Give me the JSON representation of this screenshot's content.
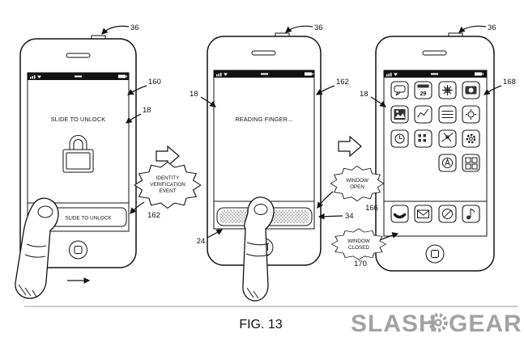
{
  "figure": {
    "caption": "FIG. 13"
  },
  "watermark": {
    "left": "SLASH",
    "right": "GEAR"
  },
  "refs": {
    "r36a": "36",
    "r36b": "36",
    "r36c": "36",
    "r160": "160",
    "r18a": "18",
    "r18b": "18",
    "r18c": "18",
    "r162a": "162",
    "r162b": "162",
    "r24": "24",
    "r34": "34",
    "r166": "166",
    "r168": "168",
    "r170": "170"
  },
  "phone1": {
    "unlock_text": "SLIDE TO UNLOCK",
    "slider_text": "SLIDE TO UNLOCK"
  },
  "phone2": {
    "status_text": "READING FINGER..."
  },
  "phone3": {
    "calendar_day": "29"
  },
  "callouts": {
    "identity": {
      "line1": "IDENTITY",
      "line2": "VERIFICATION",
      "line3": "EVENT"
    },
    "window_open": {
      "line1": "WINDOW",
      "line2": "OPEN"
    },
    "window_closed": {
      "line1": "WINDOW",
      "line2": "CLOSED"
    }
  }
}
